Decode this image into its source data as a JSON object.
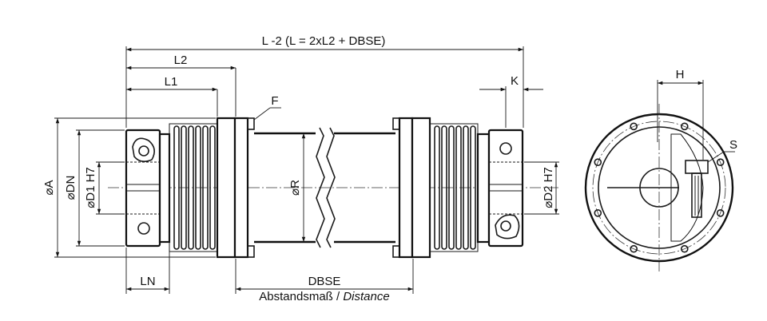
{
  "labels": {
    "overall_length": "L -2 (L = 2xL2 + DBSE)",
    "l2": "L2",
    "l1": "L1",
    "k": "K",
    "h": "H",
    "f": "F",
    "s": "S",
    "diameter_a": "⌀A",
    "diameter_dn": "⌀DN",
    "diameter_d1": "⌀D1 H7",
    "diameter_r": "⌀R",
    "diameter_d2": "⌀D2 H7",
    "ln": "LN",
    "dbse": "DBSE",
    "distance_de": "Abstandsmaß / ",
    "distance_en": "Distance"
  }
}
